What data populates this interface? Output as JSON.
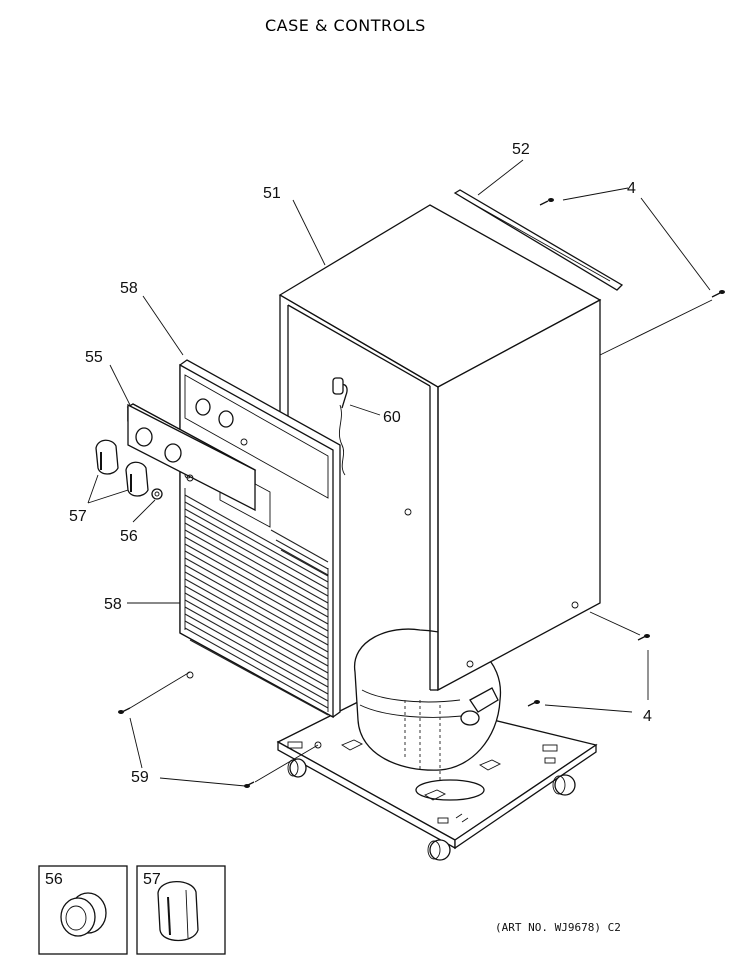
{
  "title": "CASE & CONTROLS",
  "art_number": "(ART NO. WJ9678) C2",
  "callouts": {
    "c4a": "4",
    "c4b": "4",
    "c51": "51",
    "c52": "52",
    "c55": "55",
    "c56": "56",
    "c57": "57",
    "c58a": "58",
    "c58b": "58",
    "c59": "59",
    "c60": "60"
  },
  "detail_boxes": {
    "knob_56": "56",
    "knob_57": "57"
  }
}
